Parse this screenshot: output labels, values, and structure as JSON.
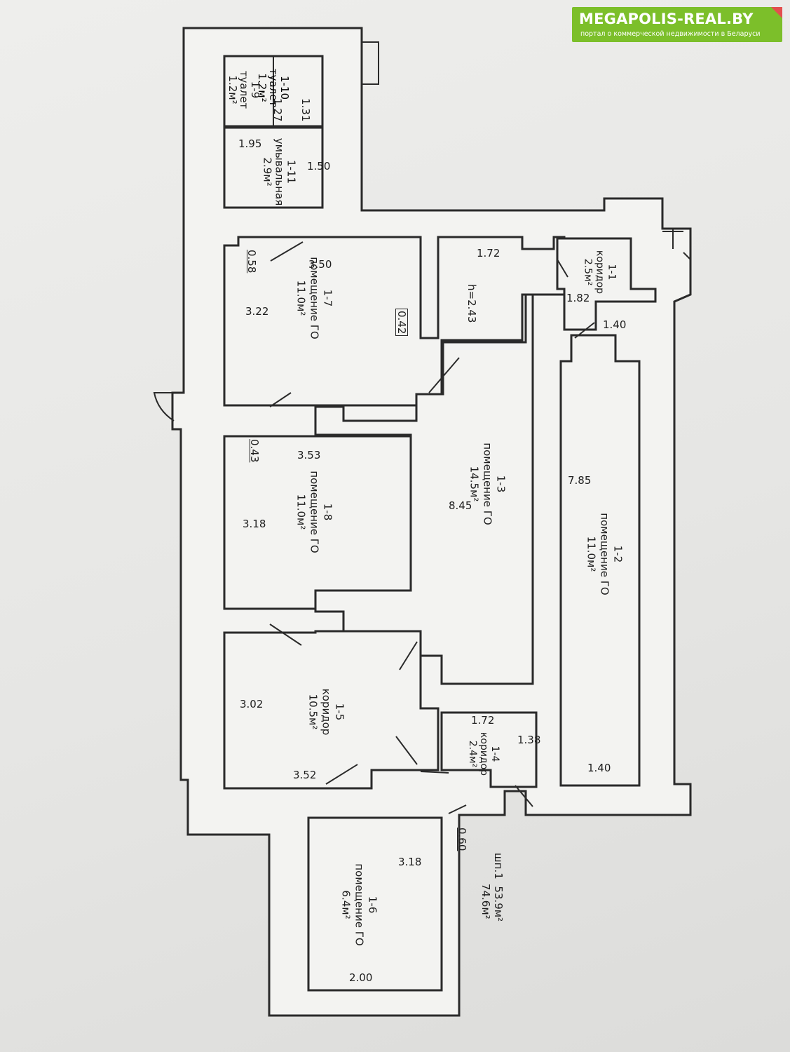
{
  "watermark": {
    "title": "MEGAPOLIS-REAL.BY",
    "subtitle": "портал о коммерческой недвижимости в Беларуси",
    "brand_color": "#7cbf2a",
    "accent_color": "#e34f4f"
  },
  "rooms": [
    {
      "id": "1-10",
      "lines": [
        "1-10",
        "туалет",
        "1.2м²"
      ]
    },
    {
      "id": "1-9",
      "lines": [
        "1-9",
        "туалет",
        "1.2м²"
      ]
    },
    {
      "id": "1-11",
      "lines": [
        "1-11",
        "умывальная",
        "2.9м²"
      ]
    },
    {
      "id": "1-7",
      "lines": [
        "1-7",
        "помещение ГО",
        "11.0м²"
      ]
    },
    {
      "id": "1-8",
      "lines": [
        "1-8",
        "помещение ГО",
        "11.0м²"
      ]
    },
    {
      "id": "1-5",
      "lines": [
        "1-5",
        "коридор",
        "10.5м²"
      ]
    },
    {
      "id": "1-6",
      "lines": [
        "1-6",
        "помещение ГО",
        "6.4м²"
      ]
    },
    {
      "id": "1-3",
      "lines": [
        "1-3",
        "помещение ГО",
        "14.5м²"
      ]
    },
    {
      "id": "1-1",
      "lines": [
        "1-1",
        "коридор",
        "2.5м²"
      ]
    },
    {
      "id": "1-2",
      "lines": [
        "1-2",
        "помещение ГО",
        "11.0м²"
      ]
    },
    {
      "id": "1-4",
      "lines": [
        "1-4",
        "коридор",
        "2.4м²"
      ]
    }
  ],
  "dimensions": [
    "1.31",
    "1.27",
    "1.95",
    "1.50",
    "0.58",
    "3.50",
    "3.22",
    "0.42",
    "h=2.43",
    "1.72",
    "1.82",
    "1.40",
    "0.43",
    "3.53",
    "3.18",
    "8.45",
    "7.85",
    "3.02",
    "3.52",
    "1.72",
    "1.38",
    "1.40",
    "0.60",
    "3.18",
    "2.00"
  ],
  "summary": {
    "floor": "шп.1",
    "area1": "53.9м²",
    "area2": "74.6м²"
  }
}
